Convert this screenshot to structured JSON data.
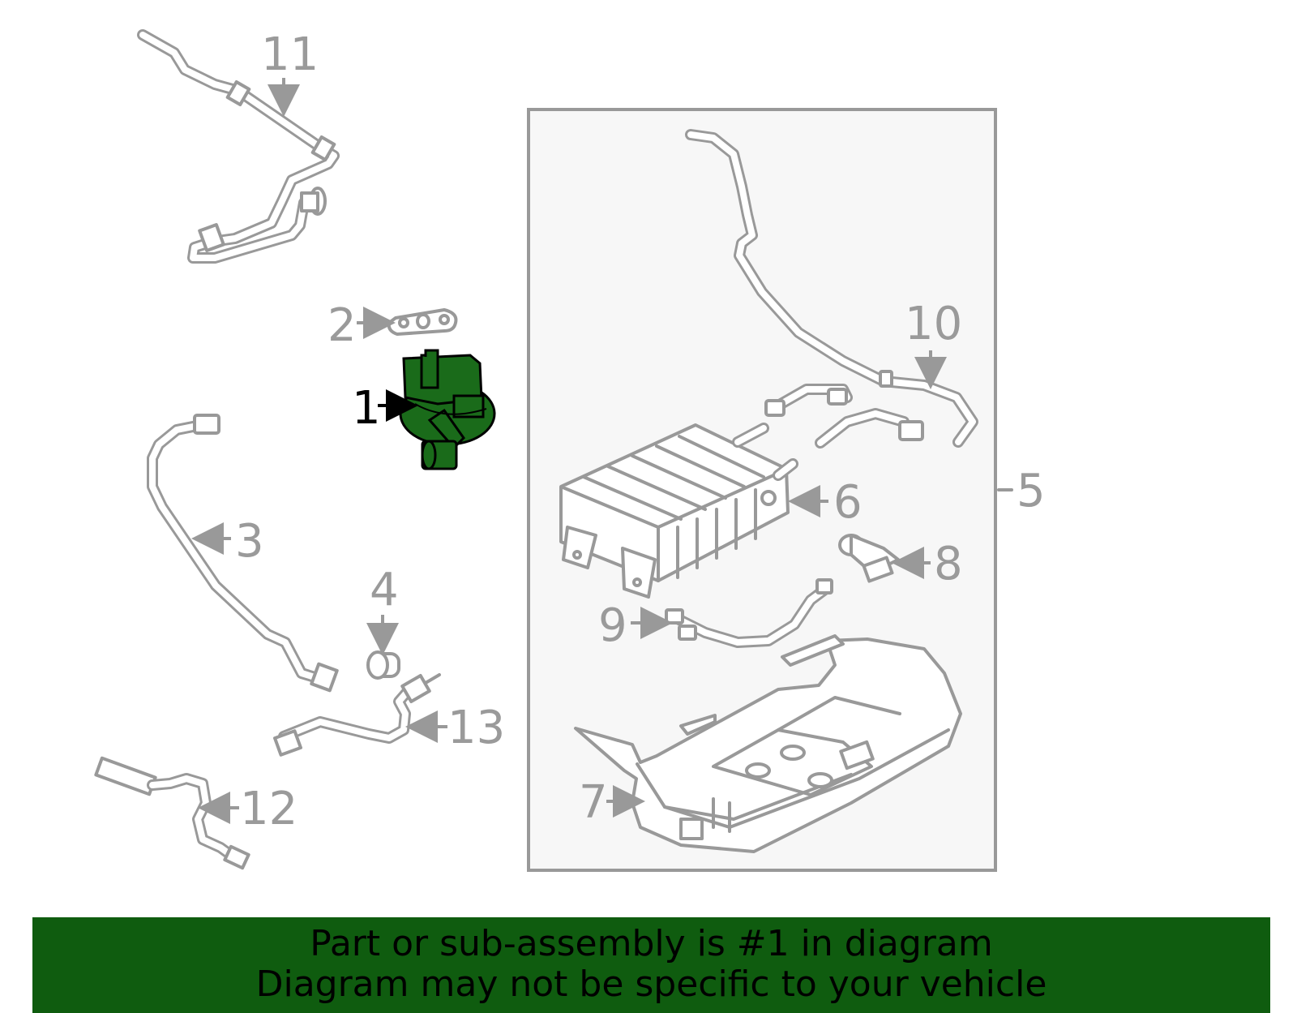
{
  "callouts": {
    "c1": "1",
    "c2": "2",
    "c3": "3",
    "c4": "4",
    "c5": "5",
    "c6": "6",
    "c7": "7",
    "c8": "8",
    "c9": "9",
    "c10": "10",
    "c11": "11",
    "c12": "12",
    "c13": "13"
  },
  "highlight_part": "1",
  "colors": {
    "highlight": "#1a6b1a",
    "line": "#999999",
    "banner": "#0f5c0f",
    "box_fill": "#f7f7f7"
  },
  "banner": {
    "line1": "Part or sub-assembly is #1 in diagram",
    "line2": "Diagram may not be specific to your vehicle"
  }
}
